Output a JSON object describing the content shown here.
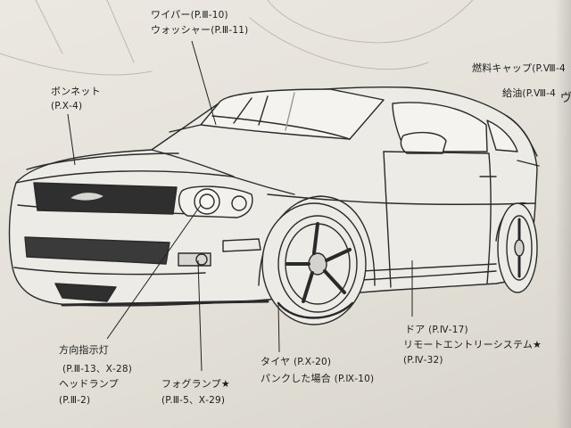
{
  "callouts": {
    "wiper": {
      "name": "ワイパー",
      "ref": "(P.Ⅲ-10)"
    },
    "washer": {
      "name": "ウォッシャー",
      "ref": "(P.Ⅲ-11)"
    },
    "bonnet": {
      "name": "ボンネット",
      "ref": "(P.Ⅹ-4)"
    },
    "fuel_cap": {
      "name": "燃料キャップ",
      "ref": "(P.Ⅷ-4"
    },
    "refuel": {
      "name": "給油",
      "ref": "(P.Ⅷ-4"
    },
    "turn_signal": {
      "name": "方向指示灯",
      "ref": "(P.Ⅲ-13、Ⅹ-28)"
    },
    "headlamp": {
      "name": "ヘッドランプ",
      "ref": "(P.Ⅲ-2)"
    },
    "foglamp": {
      "name": "フォグランプ★",
      "ref": "(P.Ⅲ-5、Ⅹ-29)"
    },
    "tire": {
      "name": "タイヤ",
      "ref": "(P.Ⅹ-20)"
    },
    "puncture": {
      "name": "パンクした場合",
      "ref": "(P.Ⅸ-10)"
    },
    "door": {
      "name": "ドア",
      "ref": "(P.Ⅳ-17)"
    },
    "remote_entry": {
      "name": "リモートエントリーシステム★",
      "ref": "(P.Ⅳ-32)"
    },
    "edge_glyph": "ヴ"
  }
}
